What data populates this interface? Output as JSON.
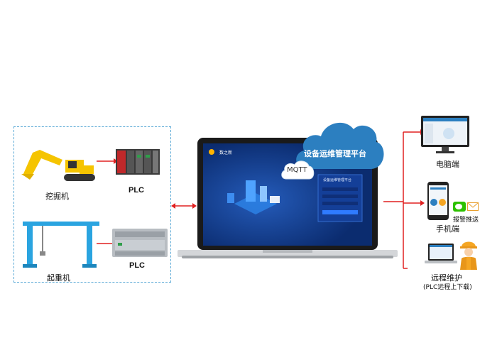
{
  "left_group": {
    "excavator_label": "挖掘机",
    "crane_label": "起重机",
    "plc_top_label": "PLC",
    "plc_bottom_label": "PLC"
  },
  "center": {
    "cloud_title": "设备运维管理平台",
    "protocol_label": "MQTT",
    "screen_brand": "数之新",
    "screen_login_title": "设备运维管理平台"
  },
  "right_group": {
    "pc_label": "电脑端",
    "alarm_label": "报警推送",
    "mobile_label": "手机端",
    "remote_label": "远程维护",
    "remote_sub_label": "(PLC远程上下载)"
  },
  "colors": {
    "arrow_red": "#e02020",
    "cloud_blue": "#2c7fc0",
    "dashed_border": "#5aa9d6",
    "machine_yellow": "#f5c400",
    "crane_blue": "#2aa4e0"
  }
}
